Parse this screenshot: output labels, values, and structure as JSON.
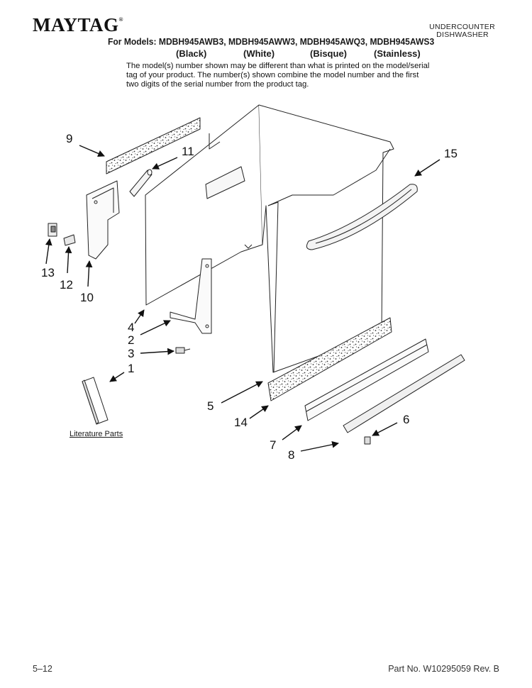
{
  "header": {
    "brand": "MAYTAG",
    "trademark": "®",
    "product_type_line1": "UNDERCOUNTER",
    "product_type_line2": "DISHWASHER",
    "models_line": "For Models: MDBH945AWB3, MDBH945AWW3, MDBH945AWQ3, MDBH945AWS3",
    "colors": [
      "(Black)",
      "(White)",
      "(Bisque)",
      "(Stainless)"
    ],
    "note": "The model(s) number shown may be different than what is printed on the model/serial tag of your product. The number(s) shown combine the model number and the first two digits of the serial number from the product tag."
  },
  "diagram": {
    "callouts": [
      "9",
      "11",
      "15",
      "13",
      "12",
      "10",
      "4",
      "2",
      "3",
      "1",
      "5",
      "14",
      "6",
      "7",
      "8"
    ],
    "literature_label": "Literature Parts"
  },
  "footer": {
    "page": "5–12",
    "part_number": "Part No. W10295059 Rev. B"
  }
}
